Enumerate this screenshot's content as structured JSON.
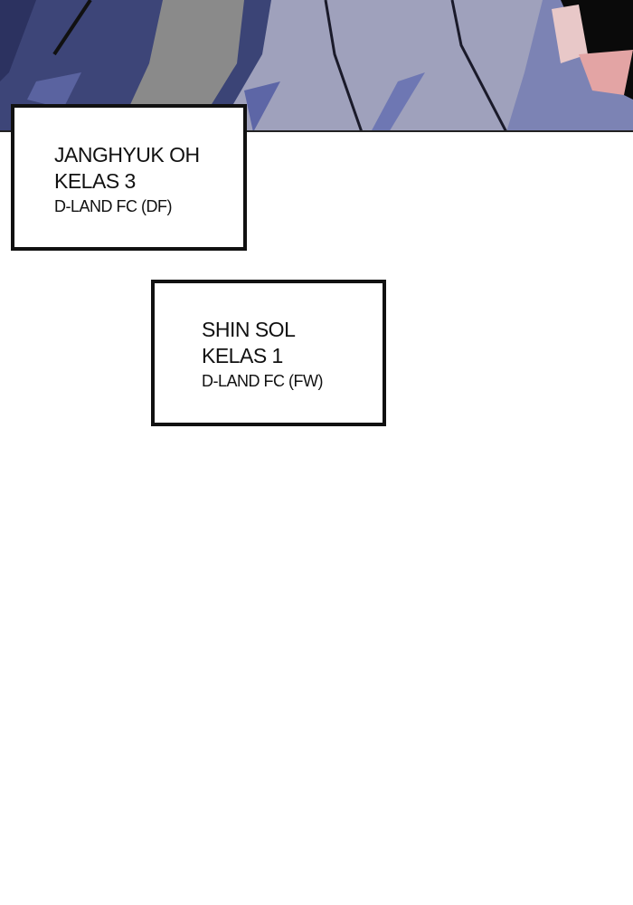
{
  "captions": [
    {
      "name": "JANGHYUK OH",
      "grade": "KELAS 3",
      "team": "D-LAND FC (DF)"
    },
    {
      "name": "SHIN SOL",
      "grade": "KELAS 1",
      "team": "D-LAND FC (FW)"
    }
  ],
  "colors": {
    "ink": "#111111",
    "uniform_dark": "#3b4476",
    "uniform_light": "#a3a6c0",
    "gray": "#8a8a8a"
  }
}
